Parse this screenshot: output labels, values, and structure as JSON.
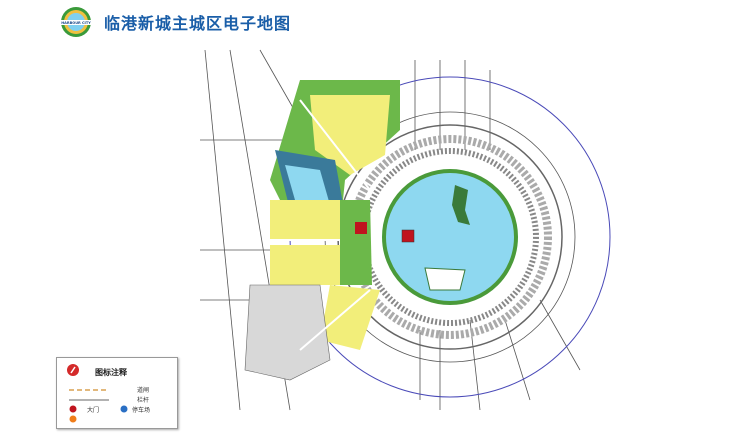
{
  "header": {
    "title": "临港新城主城区电子地图",
    "logo_text": "HARBOUR CITY GROUP"
  },
  "legend": {
    "title": "图标注释",
    "items": [
      {
        "label": "道闸",
        "icon": "dashed-line"
      },
      {
        "label": "栏杆",
        "icon": "solid-line"
      },
      {
        "label": "大门",
        "icon": "red-gate-marker",
        "color": "#c0141e"
      },
      {
        "label": "停车场",
        "icon": "parking-marker",
        "color": "#2a6fc4"
      },
      {
        "label": "",
        "icon": "orange-dot",
        "color": "#f07d1a"
      }
    ]
  },
  "colors": {
    "lake": "#8ed8f0",
    "green": "#4a9a3a",
    "residential": "#f2ee7a",
    "road": "#4a4ab8",
    "block": "#d8d8d8"
  }
}
